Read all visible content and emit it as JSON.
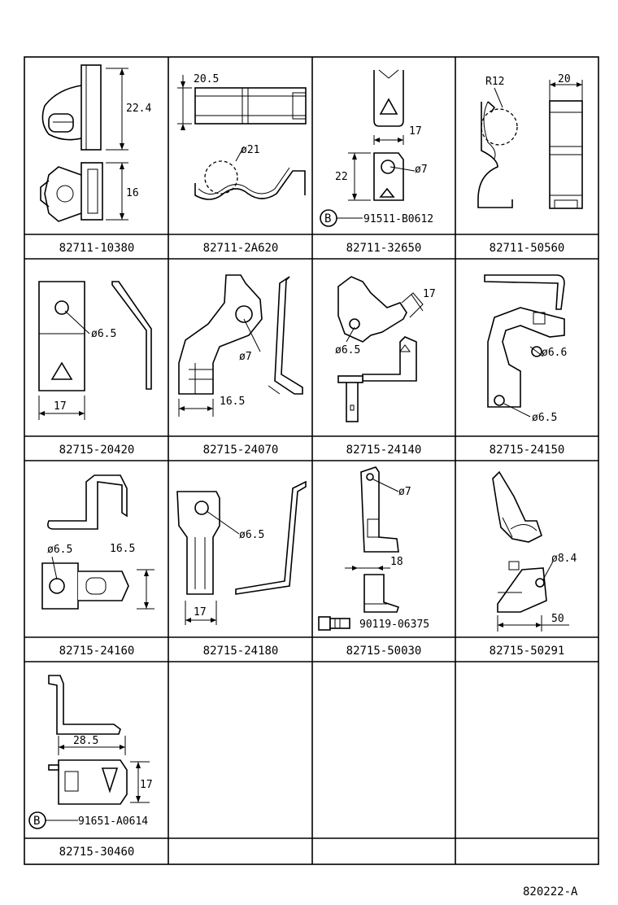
{
  "part_numbers": [
    "82711-10380",
    "82711-2A620",
    "82711-32650",
    "82711-50560",
    "82715-20420",
    "82715-24070",
    "82715-24140",
    "82715-24150",
    "82715-24160",
    "82715-24180",
    "82715-50030",
    "82715-50291",
    "82715-30460"
  ],
  "dimensions": {
    "p1_height": "22.4",
    "p1_lower": "16",
    "p2_width": "20.5",
    "p2_dia": "ø21",
    "p3_width": "17",
    "p3_height": "22",
    "p3_dia": "ø7",
    "p4_radius": "R12",
    "p4_width": "20",
    "p5_dia": "ø6.5",
    "p5_width": "17",
    "p6_dia": "ø7",
    "p6_width": "16.5",
    "p7_width": "17",
    "p7_dia": "ø6.5",
    "p8_dia1": "ø6.6",
    "p8_dia2": "ø6.5",
    "p9_dia": "ø6.5",
    "p9_height": "16.5",
    "p10_dia": "ø6.5",
    "p10_width": "17",
    "p11_dia": "ø7",
    "p11_width": "18",
    "p12_dia": "ø8.4",
    "p12_len": "50",
    "p13_width": "28.5",
    "p13_height": "17"
  },
  "callouts": {
    "p3_label": "B",
    "p3_part": "91511-B0612",
    "p11_part": "90119-06375",
    "p13_label": "B",
    "p13_part": "91651-A0614"
  },
  "drawing_number": "820222-A"
}
